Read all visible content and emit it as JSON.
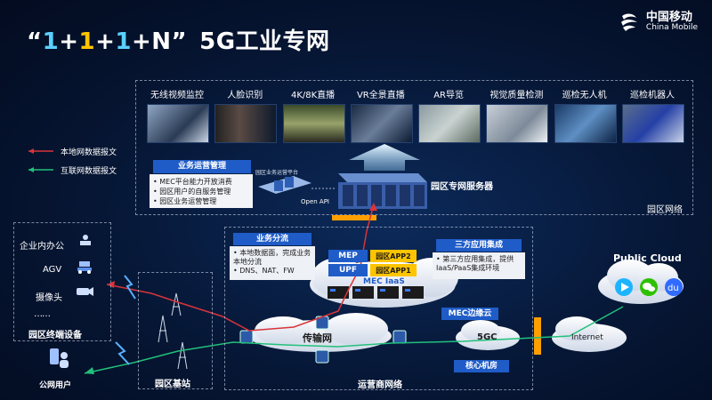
{
  "title": {
    "q_open": "“",
    "one_a": "1",
    "plus": "+",
    "one_b": "1",
    "one_c": "1",
    "n": "N",
    "q_close": "”",
    "rest": "5G工业专网"
  },
  "brand": {
    "cn": "中国移动",
    "en": "China Mobile"
  },
  "apps": [
    {
      "label": "无线视频监控"
    },
    {
      "label": "人脸识别"
    },
    {
      "label": "4K/8K直播"
    },
    {
      "label": "VR全景直播"
    },
    {
      "label": "AR导览"
    },
    {
      "label": "视觉质量检测"
    },
    {
      "label": "巡检无人机"
    },
    {
      "label": "巡检机器人"
    }
  ],
  "biz": {
    "title": "业务运营管理",
    "items": [
      "MEC平台能力开放消费",
      "园区用户的自服务管理",
      "园区业务运营管理"
    ],
    "platform_label": "园区业务运营平台",
    "open_api": "Open API"
  },
  "park_server": "园区专网服务器",
  "park_network": "园区网络",
  "legend": {
    "local": "本地网数据报文",
    "internet": "互联网数据报文"
  },
  "terminals": {
    "items": [
      "企业内办公",
      "AGV",
      "摄像头"
    ],
    "dots": "……",
    "title": "园区终端设备"
  },
  "public_user": "公网用户",
  "base_station": "园区基站",
  "offload": {
    "title": "业务分流",
    "items": [
      "本地数据面，完成业务本地分流",
      "DNS、NAT、FW"
    ]
  },
  "mec": {
    "mep": "MEP",
    "upf": "UPF",
    "app2": "园区APP2",
    "app1": "园区APP1",
    "iaas": "MEC IaaS",
    "edge": "MEC边缘云"
  },
  "third": {
    "title": "三方应用集成",
    "items": [
      "第三方应用集成，提供IaaS/PaaS集成环境"
    ]
  },
  "transport": "传输网",
  "fivegc": "5GC",
  "core_room": "核心机房",
  "internet": "Internet",
  "carrier": "运营商网络",
  "public_cloud": "Public Cloud",
  "colors": {
    "accent": "#1f5cc8",
    "red_line": "#d9343a",
    "green_line": "#22c07a",
    "yellow": "#ffc400",
    "orange": "#ff9f00"
  }
}
